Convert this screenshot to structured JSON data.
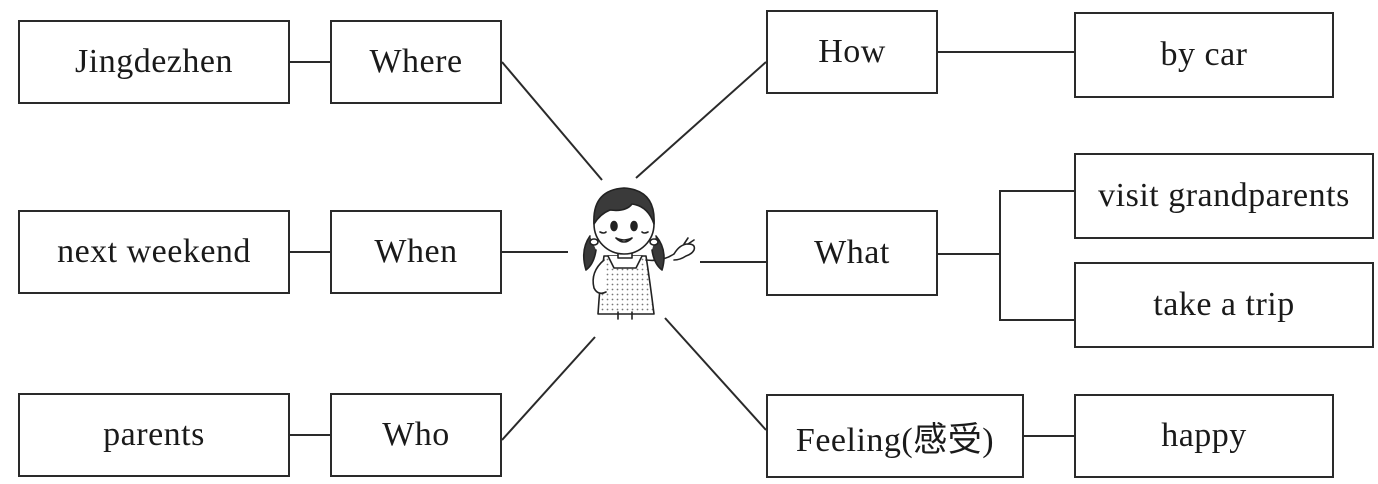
{
  "question_words": {
    "where": "Where",
    "when": "When",
    "who": "Who",
    "how": "How",
    "what": "What",
    "feeling": "Feeling(感受)"
  },
  "answers": {
    "where": "Jingdezhen",
    "when": "next weekend",
    "who": "parents",
    "how": "by car",
    "what": [
      "visit grandparents",
      "take a trip"
    ],
    "feeling": "happy"
  }
}
